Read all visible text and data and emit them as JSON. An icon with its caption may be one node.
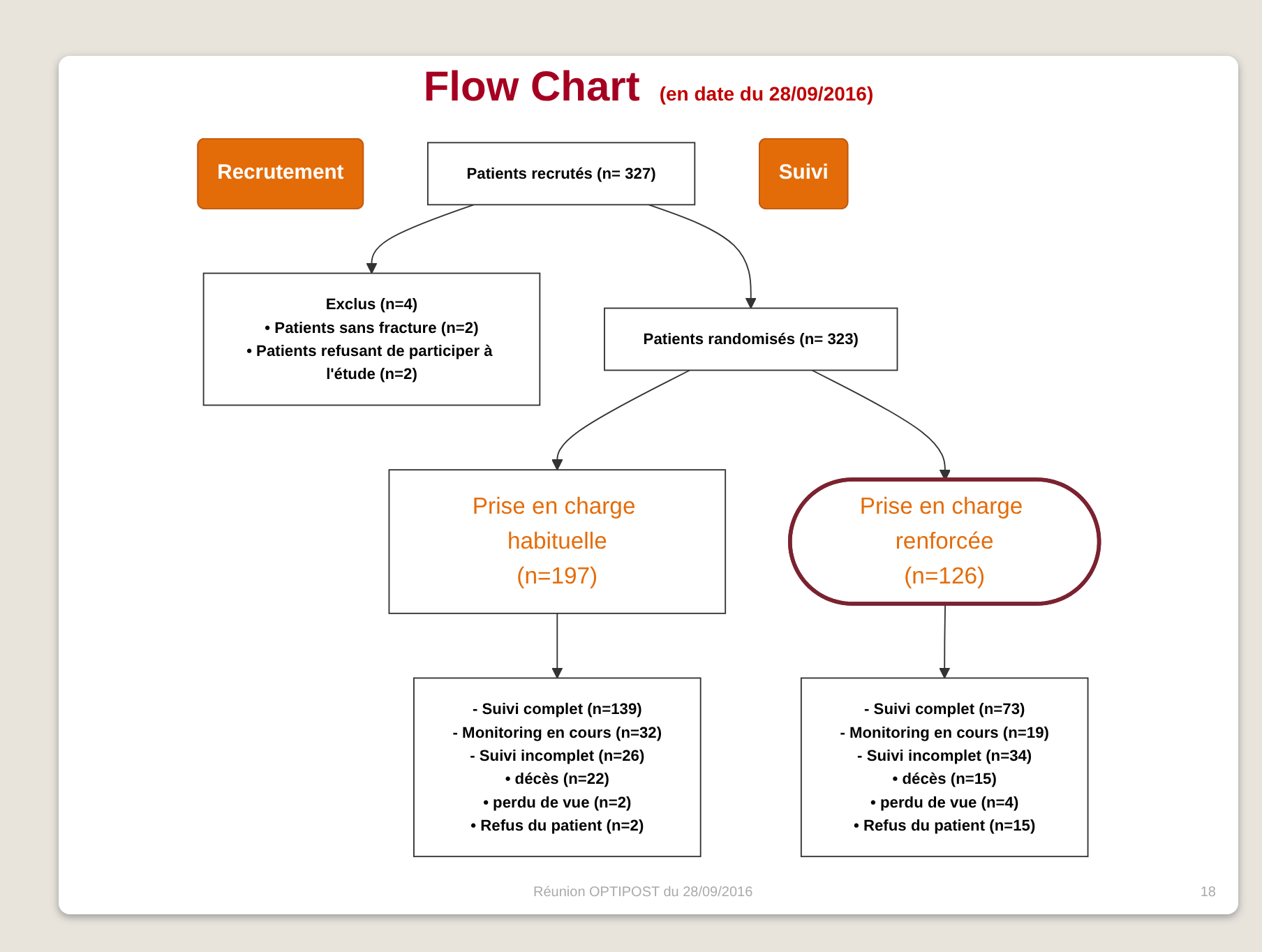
{
  "diagram": {
    "title": "Flow Chart",
    "nodes": [
      {
        "text": [
          "Recrutement"
        ]
      },
      {
        "text": [
          "Patients recrutés (n= 327)"
        ]
      },
      {
        "text": [
          "Exclus (n=4)",
          "• Patients sans fracture (n=2)",
          "• Patients refusant de participer à l'étude (n=2)"
        ]
      },
      {
        "text": [
          "Patients randomisés (n= 323)"
        ]
      },
      {
        "text": [
          "Prise en charge habituelle",
          "(n=197)"
        ]
      },
      {
        "text": [
          "Prise en charge renforcée",
          "(n=126)"
        ]
      },
      {
        "text": [
          "- Suivi complet (n=139)",
          "- Monitoring en cours (n=32)",
          "- Suivi incomplet (n=26)",
          "• décès (n=22)",
          "• perdu de vue (n=2)",
          "• Refus du patient (n=2)"
        ]
      },
      {
        "text": [
          "Suivi"
        ]
      },
      {
        "text": [
          "- Suivi complet (n=73)",
          "- Monitoring en cours (n=19)",
          "- Suivi incomplet (n=34)",
          "• décès (n=15)",
          "• perdu de vue (n=4)",
          "• Refus du patient (n=15)"
        ]
      }
    ],
    "edges": [
      {
        "from": 1,
        "to": 3,
        "arrow": "to"
      },
      {
        "from": 1,
        "to": 2,
        "arrow": "to"
      },
      {
        "from": 3,
        "to": 4,
        "arrow": "to"
      },
      {
        "from": 3,
        "to": 5,
        "arrow": "to"
      },
      {
        "from": 4,
        "to": 6,
        "arrow": "to"
      },
      {
        "from": 5,
        "to": 8,
        "arrow": "to"
      }
    ],
    "labels": [
      "(en date du 28/09/2016)",
      "Réunion OPTIPOST du 28/09/2016",
      "18"
    ]
  }
}
